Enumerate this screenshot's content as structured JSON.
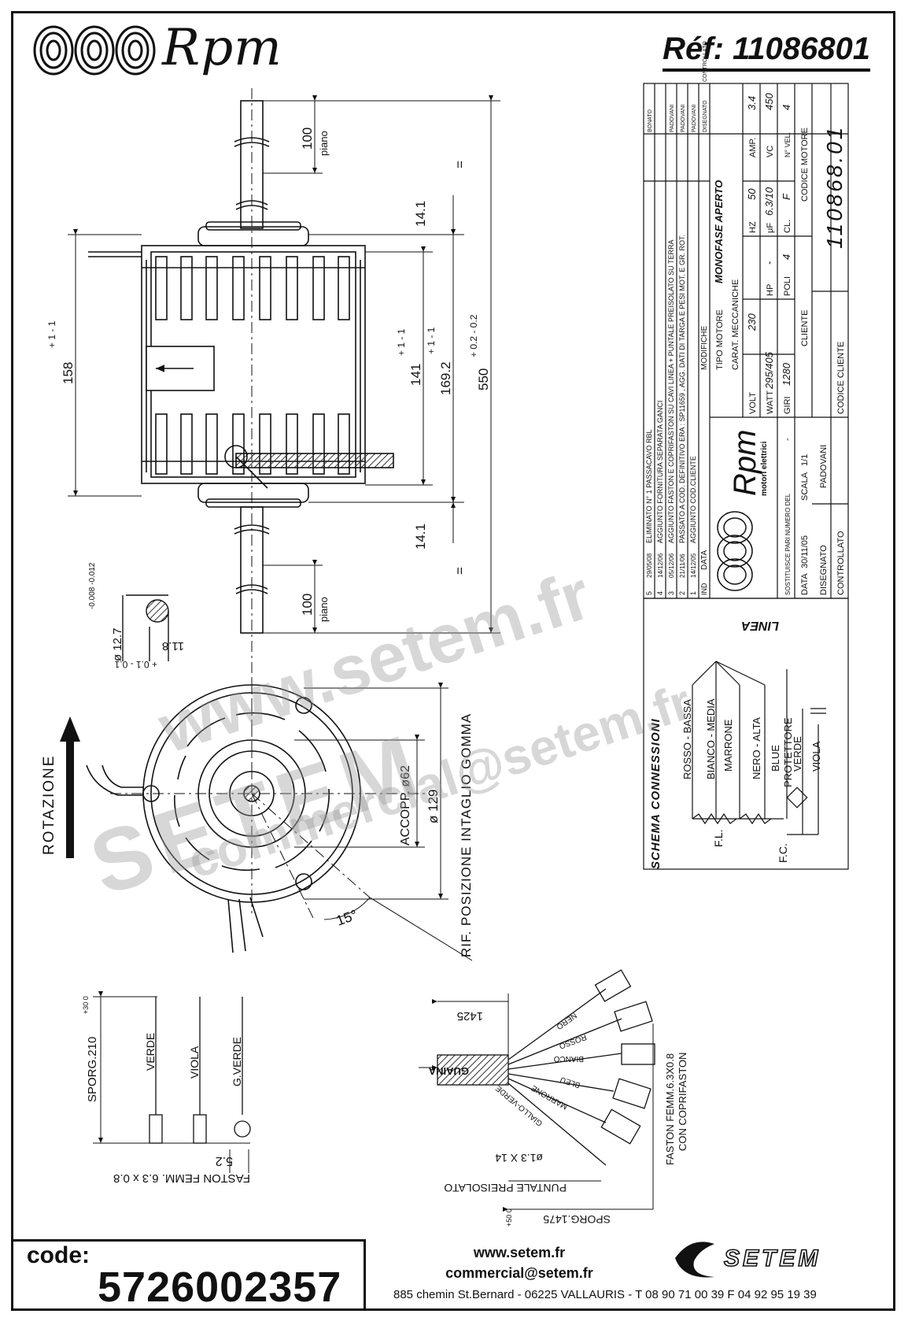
{
  "header": {
    "brand": "Rpm",
    "reference": "Réf:  11086801"
  },
  "title_block": {
    "revisions": [
      {
        "n": "5",
        "date": "29/05/08",
        "text": "ELIMINATO N° 1 PASSACAVO RBL",
        "drawn": "BONATO",
        "checked": ""
      },
      {
        "n": "4",
        "date": "14/12/06",
        "text": "AGGIUNTO FORNITURA SEPARATA GANCI",
        "drawn": "",
        "checked": ""
      },
      {
        "n": "3",
        "date": "05/12/06",
        "text": "AGGIUNTO FASTON E COPRIFASTON SU CAVI LINEA + PUNTALE PREISOLATO SU TERRA",
        "drawn": "PADOVANI",
        "checked": ""
      },
      {
        "n": "2",
        "date": "21/11/06",
        "text": "PASSATO A COD. DEFINITIVO ERA : SP11659 , AGG. DATI DI TARGA E PESI MOT. E GR. ROT.",
        "drawn": "PADOVANI",
        "checked": ""
      },
      {
        "n": "1",
        "date": "14/12/05",
        "text": "AGGIUNTO COD.CLIENTE",
        "drawn": "PADOVANI",
        "checked": ""
      }
    ],
    "rev_headers": {
      "ind": "IND",
      "date": "DATA",
      "mod": "MODIFICHE",
      "drawn": "DISEGNATO",
      "checked": "CONTROLLATO"
    },
    "brand": "Rpm",
    "brand_sub": "motori elettrici",
    "tipo_motore_label": "TIPO MOTORE",
    "tipo_motore": "MONOFASE APERTO",
    "carat_label": "CARAT. MECCANICHE",
    "volt_label": "VOLT",
    "volt": "230",
    "hz_label": "HZ",
    "hz": "50",
    "amp_label": "AMP.",
    "amp": "3.4",
    "watt_label": "WATT",
    "watt": "295/405",
    "hp_label": "HP",
    "hp": "-",
    "uf_label": "μF",
    "uf": "6.3/10",
    "vc_label": "VC",
    "vc": "450",
    "giri_label": "GIRI",
    "giri": "1280",
    "poli_label": "POLI",
    "poli": "4",
    "cl_label": "CL.",
    "cl": "F",
    "nvel_label": "N° VEL.",
    "nvel": "4",
    "cliente_label": "CLIENTE",
    "codice_cliente_label": "CODICE CLIENTE",
    "codice_motore_label": "CODICE MOTORE",
    "codice_motore": "110868.01",
    "sostituisce_label": "SOSTITUISCE PARI NUMERO DEL",
    "sostituisce": "-",
    "data_label": "DATA",
    "data": "30/11/05",
    "scala_label": "SCALA",
    "scala": "1/1",
    "disegnato_label": "DISEGNATO",
    "disegnato": "PADOVANI",
    "controllato_label": "CONTROLLATO"
  },
  "schema": {
    "title": "SCHEMA CONNESSIONI",
    "linea": "LINEA",
    "wires": [
      "ROSSO - BASSA",
      "BIANCO - MEDIA",
      "MARRONE",
      "NERO - ALTA",
      "BLUE",
      "PROTETTORE",
      "VERDE",
      "VIOLA"
    ],
    "fl": "F.L.",
    "fc": "F.C."
  },
  "dimensions": {
    "d100_top": "100",
    "piano_top": "piano",
    "d100_bot": "100",
    "piano_bot": "piano",
    "d14_top": "14.1",
    "d14_bot": "14.1",
    "d158": "158",
    "d158_tol": "+ 1 - 1",
    "d141": "141",
    "d141_tol": "+ 1 - 1",
    "d169": "169.2",
    "d169_tol": "+ 1 - 1",
    "d550": "550",
    "d550_tol": "+ 0.2 - 0.2",
    "eq_top": "=",
    "eq_bot": "=",
    "shaft_dia": "ø 12.7",
    "shaft_tol": "-0.008 -0.012",
    "flat": "11.8",
    "flat_tol": "+ 0.1 - 0.1"
  },
  "front_view": {
    "rotazione": "ROTAZIONE",
    "accopp": "ACCOPP. ø62",
    "d129": "ø 129",
    "rif": "RIF. POSIZIONE INTAGLIO GOMMA",
    "angle": "15°"
  },
  "ground_wires": {
    "sporg": "SPORG.210",
    "sporg_tol": "+30 0",
    "labels": [
      "VERDE",
      "VIOLA",
      "G.VERDE"
    ],
    "d52": "5.2",
    "faston": "FASTON FEMM. 6.3 x 0.8"
  },
  "cable": {
    "d1425": "1425",
    "guaina": "GUAINA",
    "wires": [
      "NERO",
      "ROSSO",
      "BIANCO",
      "BLEU",
      "MARRONE",
      "GIALLO-VERDE"
    ],
    "faston": "FASTON FEMM.6.3X0.8",
    "faston_sub": "CON COPRIFASTON",
    "puntale_size": "ø1.3 X 14",
    "puntale": "PUNTALE PREISOLATO",
    "sporg": "SPORG.1475",
    "sporg_tol": "+50 0"
  },
  "footer": {
    "code_label": "code:",
    "code": "5726002357",
    "web": "www.setem.fr",
    "email": "commercial@setem.fr",
    "address": "885 chemin St.Bernard  -  06225 VALLAURIS  -  T 08 90 71 00 39   F 04 92 95 19 39",
    "logo_text": "SETEM"
  },
  "watermarks": [
    "www.setem.fr",
    "SETEM",
    "commercial@setem.fr"
  ]
}
